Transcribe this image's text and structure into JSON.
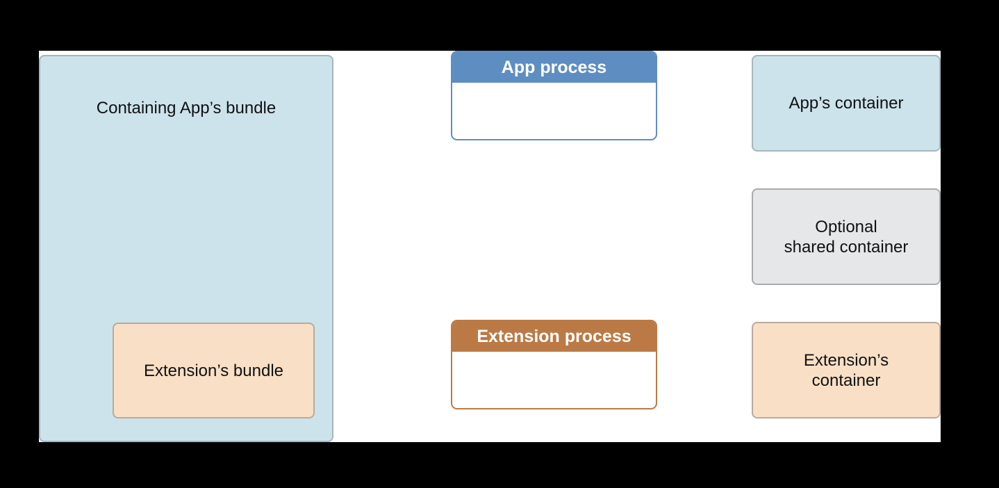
{
  "diagram": {
    "containing_bundle": {
      "label": "Containing App’s bundle"
    },
    "extension_bundle": {
      "label": "Extension’s bundle"
    },
    "app_process": {
      "title": "App process"
    },
    "extension_process": {
      "title": "Extension process"
    },
    "app_container": {
      "label": "App’s container"
    },
    "shared_container": {
      "label": "Optional\nshared container"
    },
    "extension_container": {
      "label": "Extension’s\ncontainer"
    }
  },
  "colors": {
    "background": "#000000",
    "canvas": "#ffffff",
    "app_blue": "#cce3ec",
    "app_header": "#5e8ec1",
    "extension_peach": "#f8dfc6",
    "extension_header": "#bb7a45",
    "shared_gray": "#e6e7e8",
    "solid_arrow": "#f0b663",
    "dashed_arrow": "#c1c1c1"
  }
}
